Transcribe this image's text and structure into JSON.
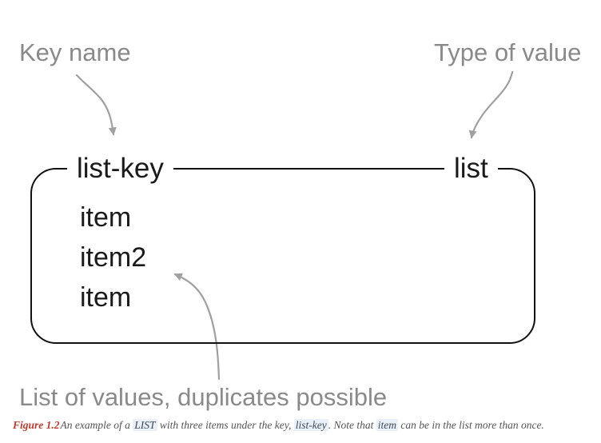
{
  "figure": {
    "annotations": {
      "key_name": "Key name",
      "type_of_value": "Type of value",
      "list_of_values": "List of values, duplicates possible"
    },
    "box": {
      "key_name": "list-key",
      "value_type": "list",
      "items": [
        "item",
        "item2",
        "item"
      ]
    },
    "caption": {
      "figure_label": "Figure 1.2",
      "segments": [
        {
          "text": "An example of a "
        },
        {
          "text": "LIST",
          "style": "code"
        },
        {
          "text": " with three items under the key, "
        },
        {
          "text": "list-key",
          "style": "code"
        },
        {
          "text": ". Note that "
        },
        {
          "text": "item",
          "style": "code"
        },
        {
          "text": " can be in the list more than once."
        }
      ]
    },
    "colors": {
      "label_gray": "#8a8a8a",
      "arrow_gray": "#a0a0a0",
      "box_border": "#111111",
      "text_black": "#1a1a1a",
      "figure_label_red": "#c23b2b",
      "caption_text": "#555555",
      "code_text": "#3c4c59",
      "code_background": "#eaf0f7"
    }
  }
}
